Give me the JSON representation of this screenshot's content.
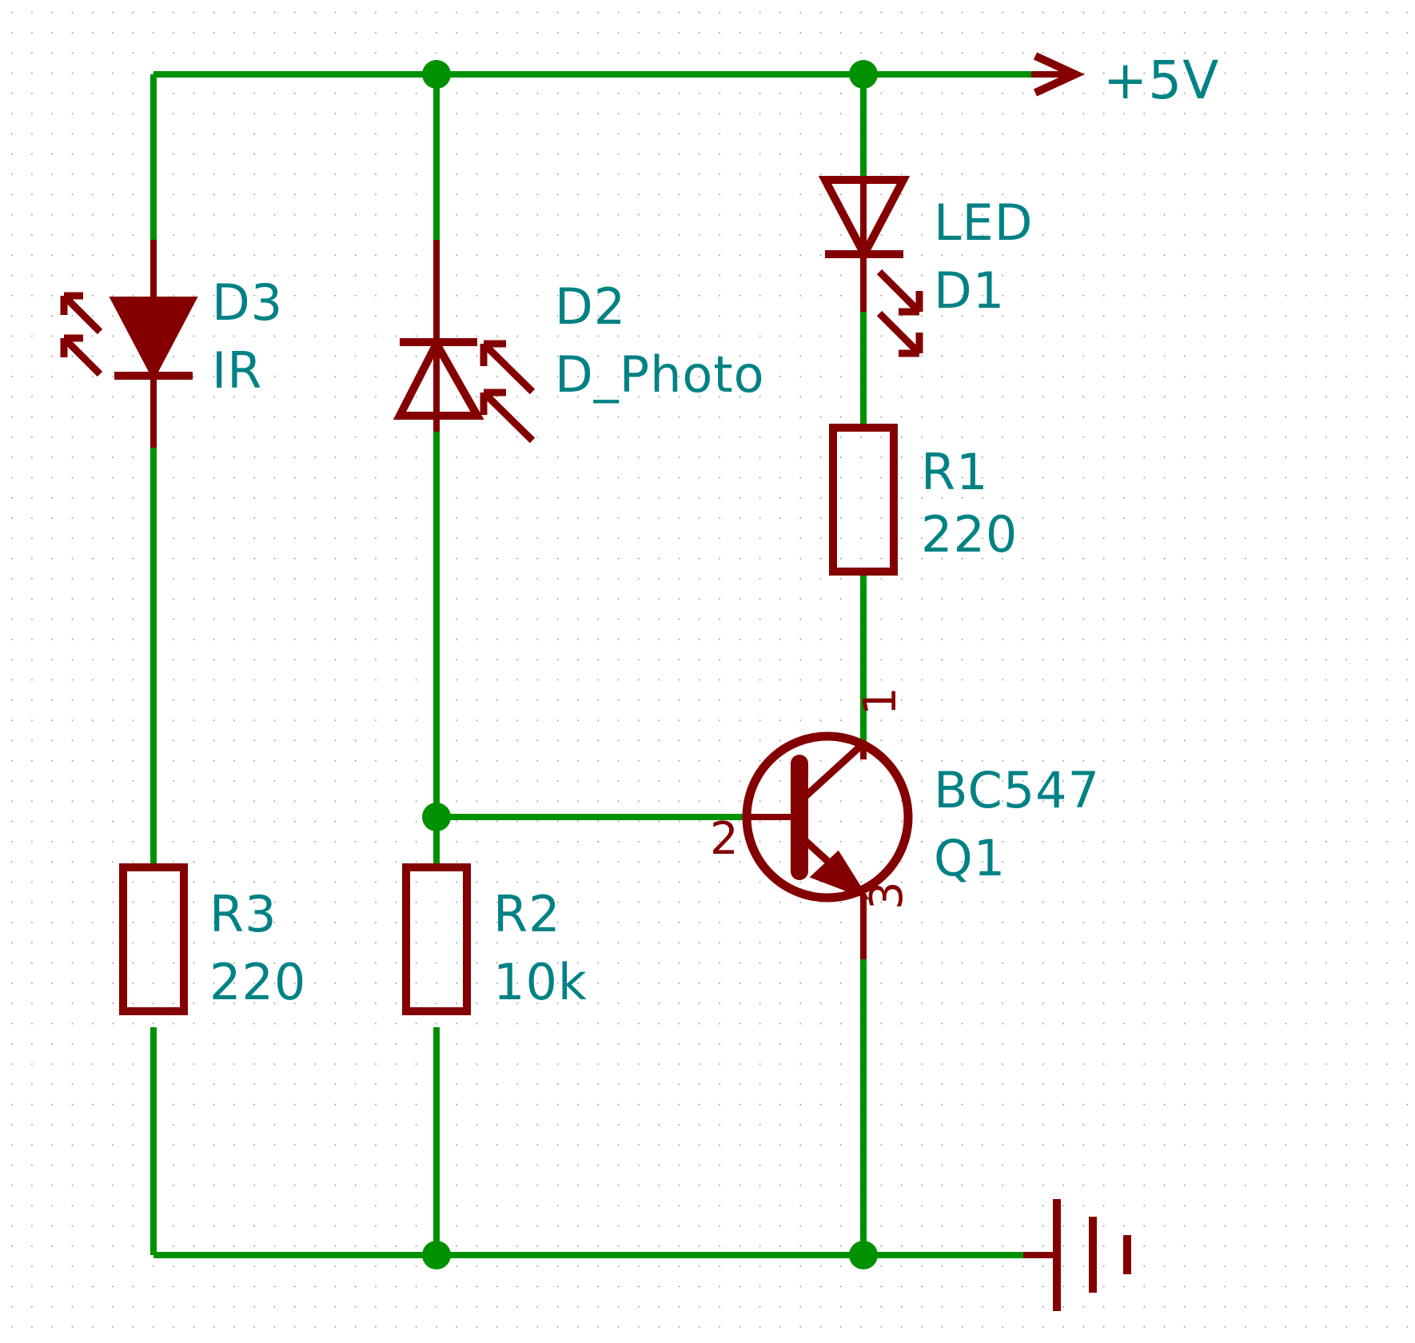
{
  "document": {
    "type": "circuit-schematic",
    "title": "IR emitter / photodiode LED driver schematic",
    "colors": {
      "wire_green": "#009100",
      "symbol_red": "#840000",
      "label_teal": "#008284",
      "background": "#ffffff",
      "grid_dot": "#9a9a9a"
    }
  },
  "power": {
    "supply_label": "+5V",
    "supply_symbol": "arrow-right-icon",
    "ground_symbol": "earth-ground-icon"
  },
  "components": [
    {
      "id": "d3",
      "reference": "D3",
      "value": "IR",
      "symbol": "led-filled-icon",
      "kind": "infrared emitting diode",
      "orientation": "cathode-down",
      "arrows": "emitting"
    },
    {
      "id": "d2",
      "reference": "D2",
      "value": "D_Photo",
      "symbol": "photodiode-icon",
      "kind": "photodiode",
      "orientation": "cathode-up",
      "arrows": "receiving"
    },
    {
      "id": "d1",
      "reference": "D1",
      "value": "LED",
      "symbol": "led-icon",
      "kind": "light emitting diode",
      "orientation": "cathode-down",
      "arrows": "emitting"
    },
    {
      "id": "r1",
      "reference": "R1",
      "value": "220",
      "symbol": "resistor-icon",
      "kind": "resistor"
    },
    {
      "id": "r2",
      "reference": "R2",
      "value": "10k",
      "symbol": "resistor-icon",
      "kind": "resistor"
    },
    {
      "id": "r3",
      "reference": "R3",
      "value": "220",
      "symbol": "resistor-icon",
      "kind": "resistor"
    },
    {
      "id": "q1",
      "reference": "Q1",
      "value": "BC547",
      "symbol": "npn-transistor-icon",
      "kind": "NPN bipolar transistor",
      "pins": [
        {
          "number": "1",
          "name": "collector"
        },
        {
          "number": "2",
          "name": "base"
        },
        {
          "number": "3",
          "name": "emitter"
        }
      ]
    }
  ],
  "labels": {
    "d3_ref": "D3",
    "d3_val": "IR",
    "d2_ref": "D2",
    "d2_val": "D_Photo",
    "d1_val": "LED",
    "d1_ref": "D1",
    "r1_ref": "R1",
    "r1_val": "220",
    "r2_ref": "R2",
    "r2_val": "10k",
    "r3_ref": "R3",
    "r3_val": "220",
    "q1_val": "BC547",
    "q1_ref": "Q1",
    "q1_pin1": "1",
    "q1_pin2": "2",
    "q1_pin3": "3",
    "supply": "+5V"
  }
}
